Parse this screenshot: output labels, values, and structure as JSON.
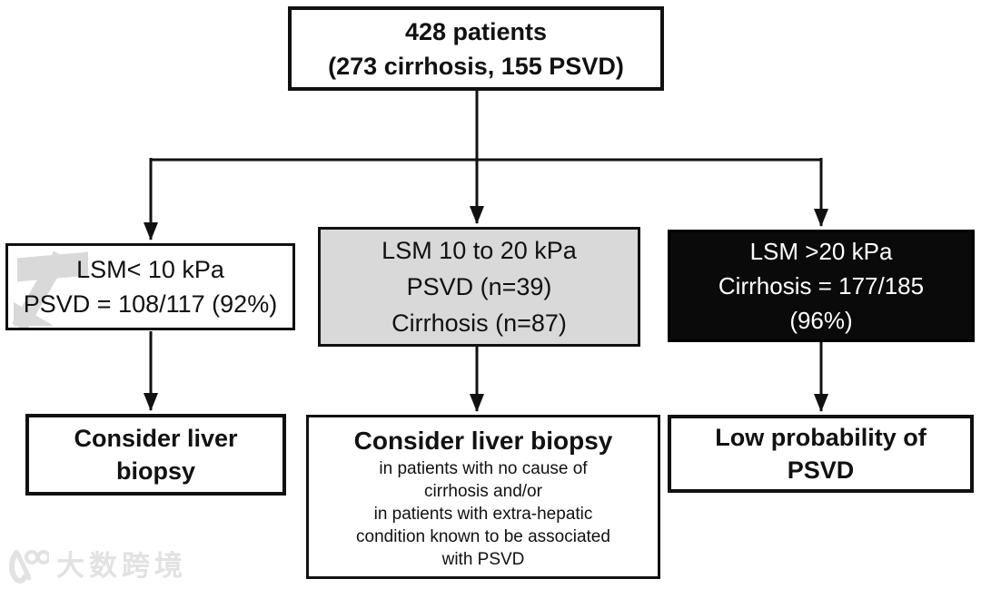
{
  "colors": {
    "line": "#111111",
    "border": "#111111",
    "gray_fill": "#d9d9d9",
    "black_fill": "#0a0a0a",
    "black_box_text": "#ffffff",
    "watermark": "#e2e2e2"
  },
  "root_node": {
    "lines": [
      "428 patients",
      "(273 cirrhosis, 155 PSVD)"
    ]
  },
  "branch_nodes": [
    {
      "name": "lsm-under-10",
      "lines": [
        "LSM< 10 kPa",
        "PSVD = 108/117 (92%)"
      ]
    },
    {
      "name": "lsm-10-to-20",
      "lines": [
        "LSM 10 to 20 kPa",
        "PSVD (n=39)",
        "Cirrhosis (n=87)"
      ]
    },
    {
      "name": "lsm-over-20",
      "lines": [
        "LSM >20 kPa",
        "Cirrhosis = 177/185",
        "(96%)"
      ]
    }
  ],
  "outcome_nodes": [
    {
      "name": "outcome-under-10",
      "title": "Consider liver biopsy"
    },
    {
      "name": "outcome-10-to-20",
      "title": "Consider liver biopsy",
      "body_lines": [
        "in patients with no cause of",
        "cirrhosis and/or",
        "in patients with extra-hepatic",
        "condition known to be associated",
        "with PSVD"
      ]
    },
    {
      "name": "outcome-over-20",
      "title": "Low probability of PSVD"
    }
  ],
  "watermark": {
    "text": "大数跨境"
  }
}
